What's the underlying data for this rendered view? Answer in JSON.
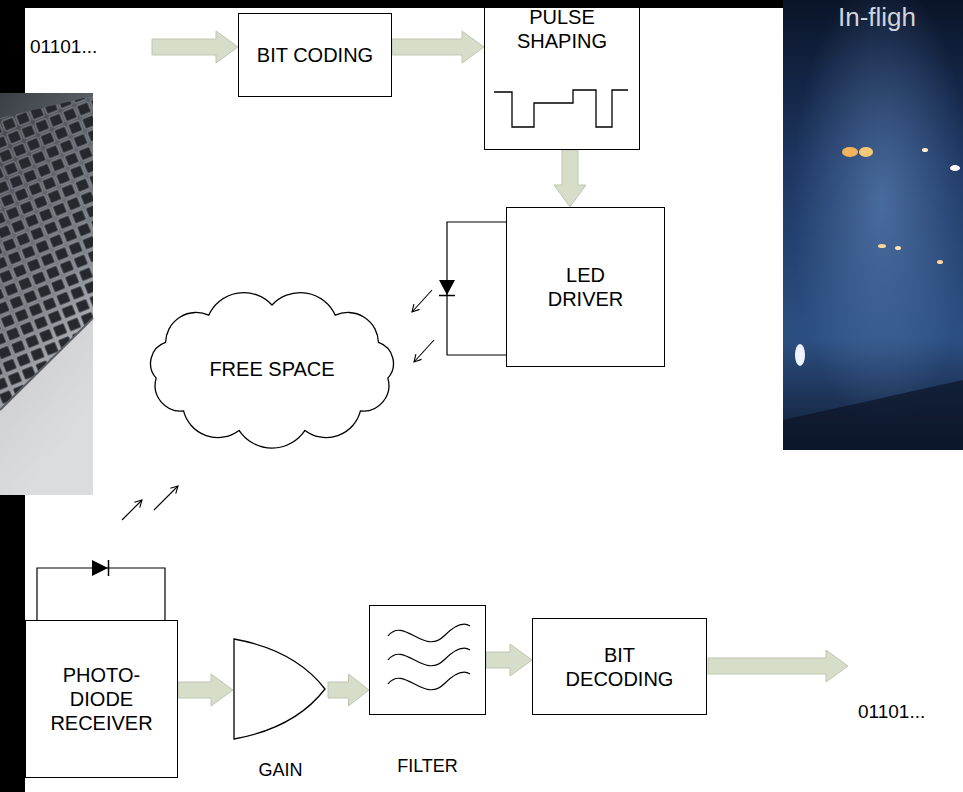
{
  "diagram": {
    "nodes": [
      {
        "text": [
          "BIT CODING"
        ]
      },
      {
        "text": [
          "PULSE SHAPING"
        ]
      },
      {
        "text": [
          "LED DRIVER"
        ]
      },
      {
        "text": [
          "FREE SPACE"
        ]
      },
      {
        "text": [
          "PHOTO-DIODE RECEIVER"
        ]
      },
      {
        "text": [
          "GAIN"
        ]
      },
      {
        "text": [
          "FILTER"
        ]
      },
      {
        "text": [
          "BIT DECODING"
        ]
      }
    ],
    "edges": [
      {
        "from": 0,
        "to": 1,
        "arrow": "to"
      },
      {
        "from": 1,
        "to": 2,
        "arrow": "to"
      },
      {
        "from": 2,
        "to": 3,
        "arrow": "to"
      },
      {
        "from": 4,
        "to": 3,
        "arrow": "to"
      },
      {
        "from": 4,
        "to": 5,
        "arrow": "to"
      },
      {
        "from": 5,
        "to": 6,
        "arrow": "to"
      },
      {
        "from": 6,
        "to": 7,
        "arrow": "to"
      }
    ],
    "labels": [
      "01101...",
      "01101...",
      "In-fligh"
    ]
  }
}
